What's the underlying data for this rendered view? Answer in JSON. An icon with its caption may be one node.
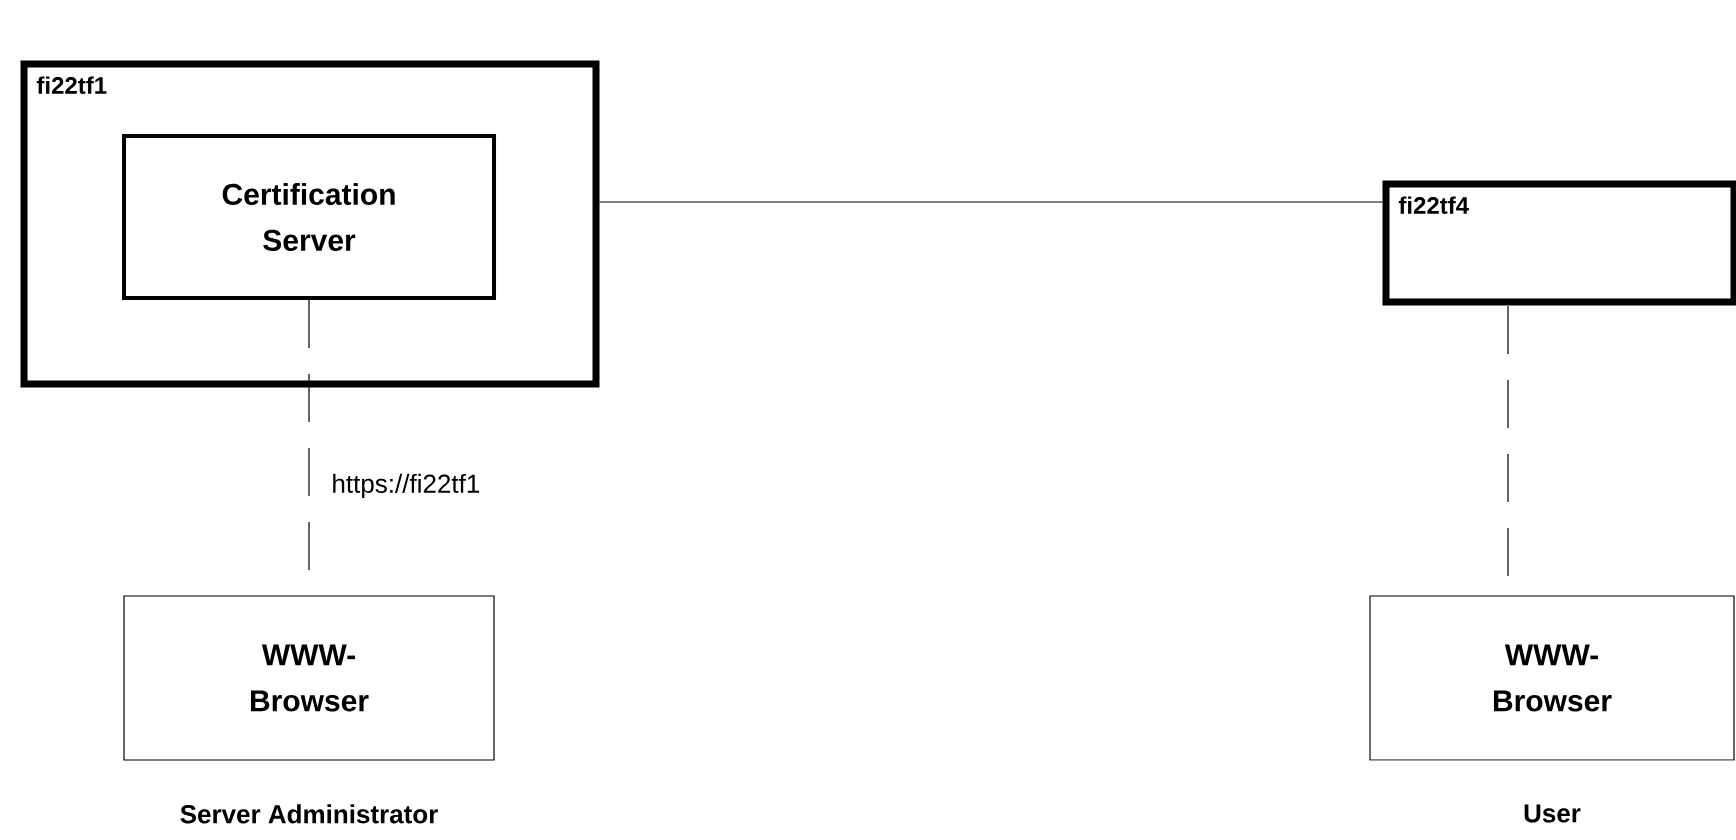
{
  "diagram": {
    "nodes": [
      {
        "text": [
          "fi22tf1"
        ]
      },
      {
        "text": [
          "Certification Server"
        ],
        "in": 0
      },
      {
        "text": [
          "fi22tf4"
        ]
      },
      {
        "text": [
          "WWW- Browser"
        ],
        "beside": [
          "Server Administrator"
        ]
      },
      {
        "text": [
          "WWW- Browser"
        ],
        "beside": [
          "User"
        ]
      }
    ],
    "edges": [
      {
        "from": 0,
        "to": 2,
        "arrow": "none"
      },
      {
        "from": 1,
        "to": 3,
        "arrow": "none",
        "style": "dashed",
        "label": "https://fi22tf1"
      },
      {
        "from": 2,
        "to": 4,
        "arrow": "none",
        "style": "dashed"
      }
    ]
  }
}
